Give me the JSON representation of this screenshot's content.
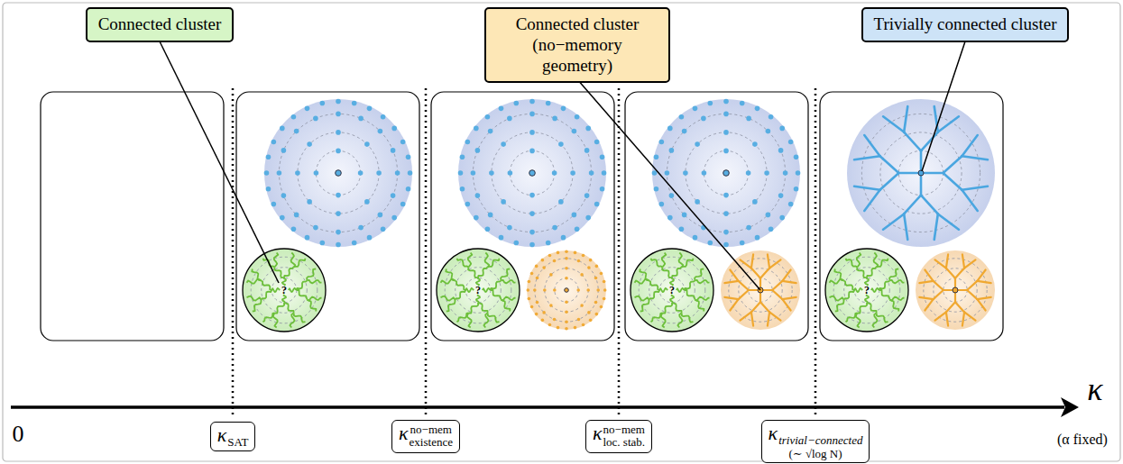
{
  "diagram": {
    "nodes": [
      {
        "text": [
          "Connected cluster"
        ]
      },
      {
        "text": [
          "Connected cluster (no−memory geometry)"
        ]
      },
      {
        "text": [
          "Trivially connected cluster"
        ]
      },
      {
        "text": [
          "κ",
          "SAT"
        ]
      },
      {
        "text": [
          "κ",
          "no−mem",
          "existence"
        ]
      },
      {
        "text": [
          "κ",
          "no−mem",
          "loc. stab."
        ]
      },
      {
        "text": [
          "κ",
          "trivial−connected",
          "(∼ √log N)"
        ]
      }
    ],
    "labels": [
      "?",
      "?",
      "?",
      "?",
      "0",
      "κ",
      "(α fixed)"
    ]
  }
}
